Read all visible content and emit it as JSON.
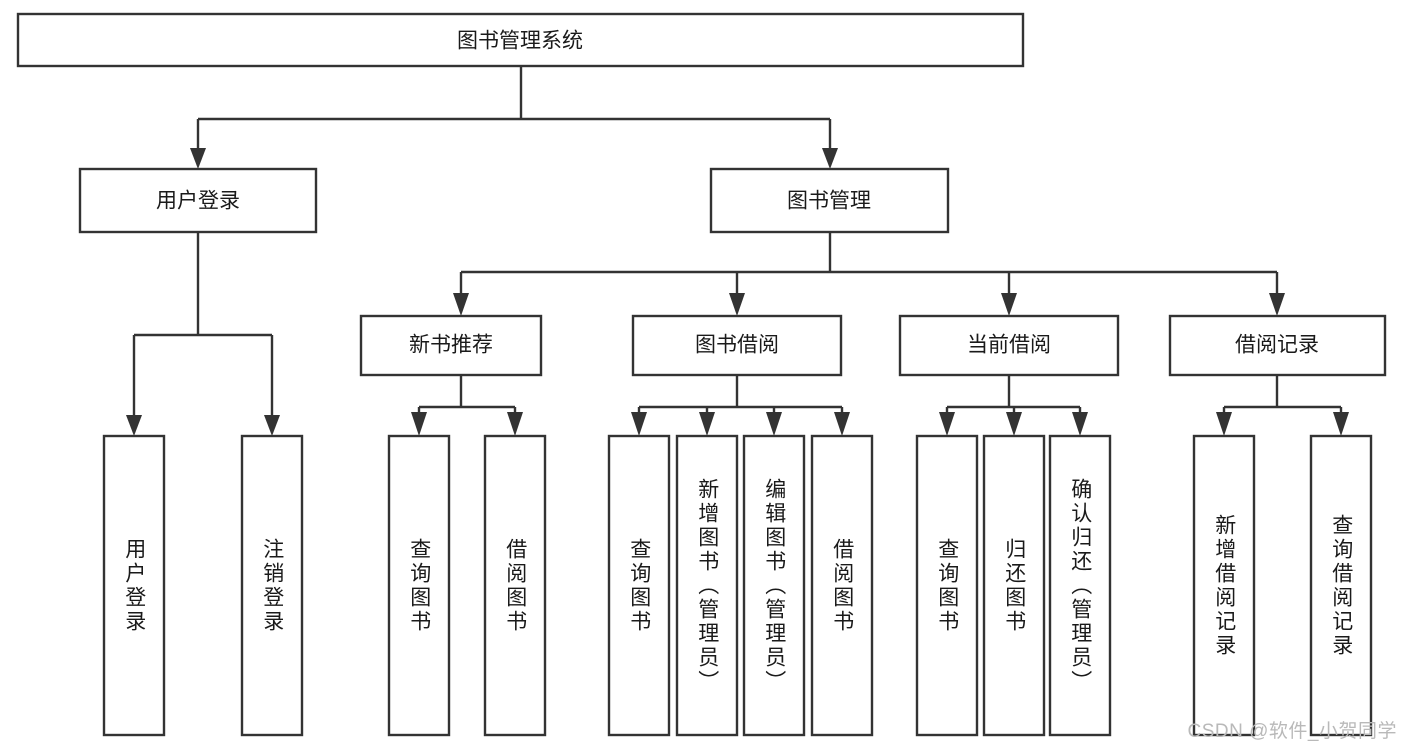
{
  "diagram": {
    "title": "图书管理系统",
    "type": "tree-hierarchy",
    "watermark": "CSDN @软件_小贺同学",
    "colors": {
      "stroke": "#333333",
      "fill": "#ffffff",
      "text": "#1a1a1a",
      "watermark": "#b9b9b9",
      "background": "#ffffff"
    },
    "nodes": {
      "root": {
        "label": "图书管理系统",
        "level": 1,
        "orientation": "horizontal"
      },
      "l2": [
        {
          "id": "user-login",
          "label": "用户登录",
          "level": 2,
          "orientation": "horizontal"
        },
        {
          "id": "book-manage",
          "label": "图书管理",
          "level": 2,
          "orientation": "horizontal"
        }
      ],
      "l3": [
        {
          "id": "new-book-recommend",
          "label": "新书推荐",
          "level": 3,
          "orientation": "horizontal"
        },
        {
          "id": "book-borrow",
          "label": "图书借阅",
          "level": 3,
          "orientation": "horizontal"
        },
        {
          "id": "current-borrow",
          "label": "当前借阅",
          "level": 3,
          "orientation": "horizontal"
        },
        {
          "id": "borrow-record",
          "label": "借阅记录",
          "level": 3,
          "orientation": "horizontal"
        }
      ],
      "leaves": [
        {
          "id": "leaf-user-login",
          "label": "用户登录",
          "parent": "user-login",
          "orientation": "vertical"
        },
        {
          "id": "leaf-user-logout",
          "label": "注销登录",
          "parent": "user-login",
          "orientation": "vertical"
        },
        {
          "id": "leaf-query-book-1",
          "label": "查询图书",
          "parent": "new-book-recommend",
          "orientation": "vertical"
        },
        {
          "id": "leaf-borrow-book-1",
          "label": "借阅图书",
          "parent": "new-book-recommend",
          "orientation": "vertical"
        },
        {
          "id": "leaf-query-book-2",
          "label": "查询图书",
          "parent": "book-borrow",
          "orientation": "vertical"
        },
        {
          "id": "leaf-add-book",
          "label": "新增图书（管理员）",
          "parent": "book-borrow",
          "orientation": "vertical"
        },
        {
          "id": "leaf-edit-book",
          "label": "编辑图书（管理员）",
          "parent": "book-borrow",
          "orientation": "vertical"
        },
        {
          "id": "leaf-borrow-book-2",
          "label": "借阅图书",
          "parent": "book-borrow",
          "orientation": "vertical"
        },
        {
          "id": "leaf-query-book-3",
          "label": "查询图书",
          "parent": "current-borrow",
          "orientation": "vertical"
        },
        {
          "id": "leaf-return-book",
          "label": "归还图书",
          "parent": "current-borrow",
          "orientation": "vertical"
        },
        {
          "id": "leaf-confirm-return",
          "label": "确认归还（管理员）",
          "parent": "current-borrow",
          "orientation": "vertical"
        },
        {
          "id": "leaf-add-record",
          "label": "新增借阅记录",
          "parent": "borrow-record",
          "orientation": "vertical"
        },
        {
          "id": "leaf-query-record",
          "label": "查询借阅记录",
          "parent": "borrow-record",
          "orientation": "vertical"
        }
      ]
    }
  }
}
